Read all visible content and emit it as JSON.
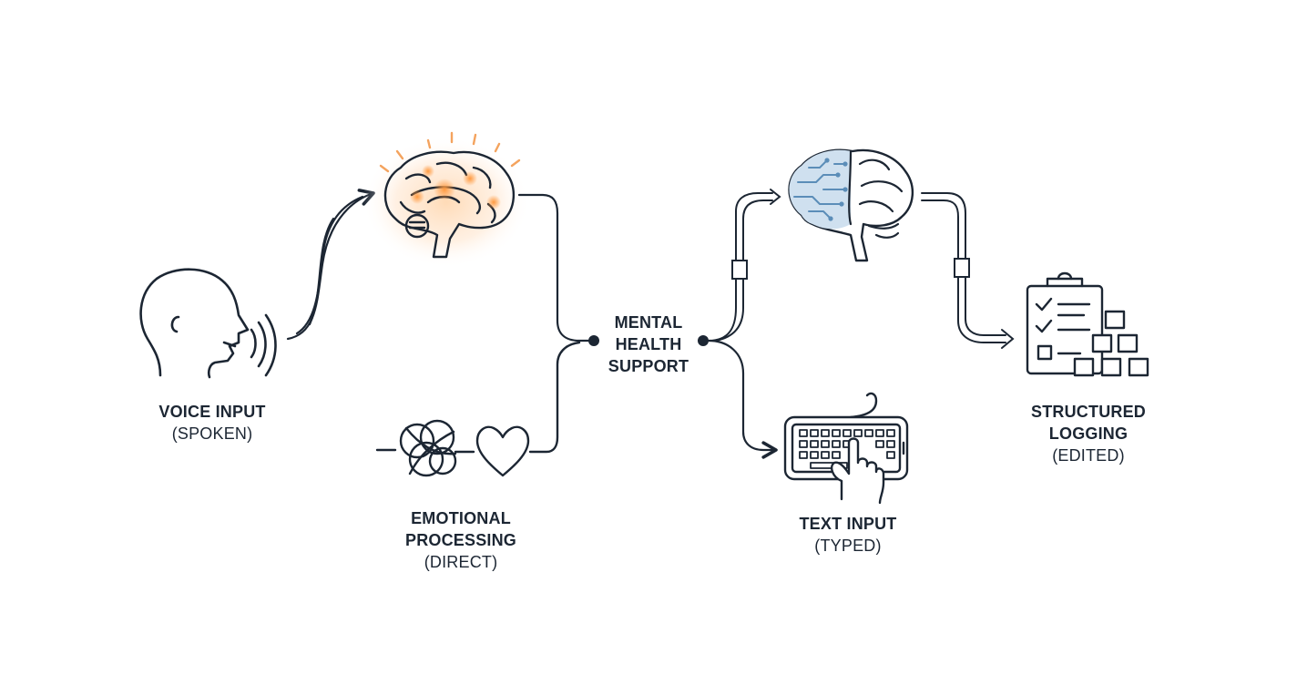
{
  "nodes": {
    "voice_input": {
      "title": "VOICE INPUT",
      "subtitle": "(SPOKEN)",
      "icon": "speaking-head-icon"
    },
    "emotional_brain": {
      "icon": "glowing-brain-icon"
    },
    "emotional_processing": {
      "title_line1": "EMOTIONAL",
      "title_line2": "PROCESSING",
      "subtitle": "(DIRECT)",
      "icon": "knot-heart-icon"
    },
    "hub": {
      "line1": "MENTAL",
      "line2": "HEALTH",
      "line3": "SUPPORT"
    },
    "circuit_brain": {
      "icon": "circuit-brain-icon"
    },
    "text_input": {
      "title": "TEXT INPUT",
      "subtitle": "(TYPED)",
      "icon": "keyboard-typing-icon"
    },
    "structured_logging": {
      "title_line1": "STRUCTURED",
      "title_line2": "LOGGING",
      "subtitle": "(EDITED)",
      "icon": "clipboard-checklist-icon"
    }
  },
  "colors": {
    "stroke": "#1c2633",
    "glow": "#f4a35e",
    "glow_core": "#f08a3c",
    "circuit": "#5b8db8",
    "circuit_light": "#cfe0ef"
  }
}
